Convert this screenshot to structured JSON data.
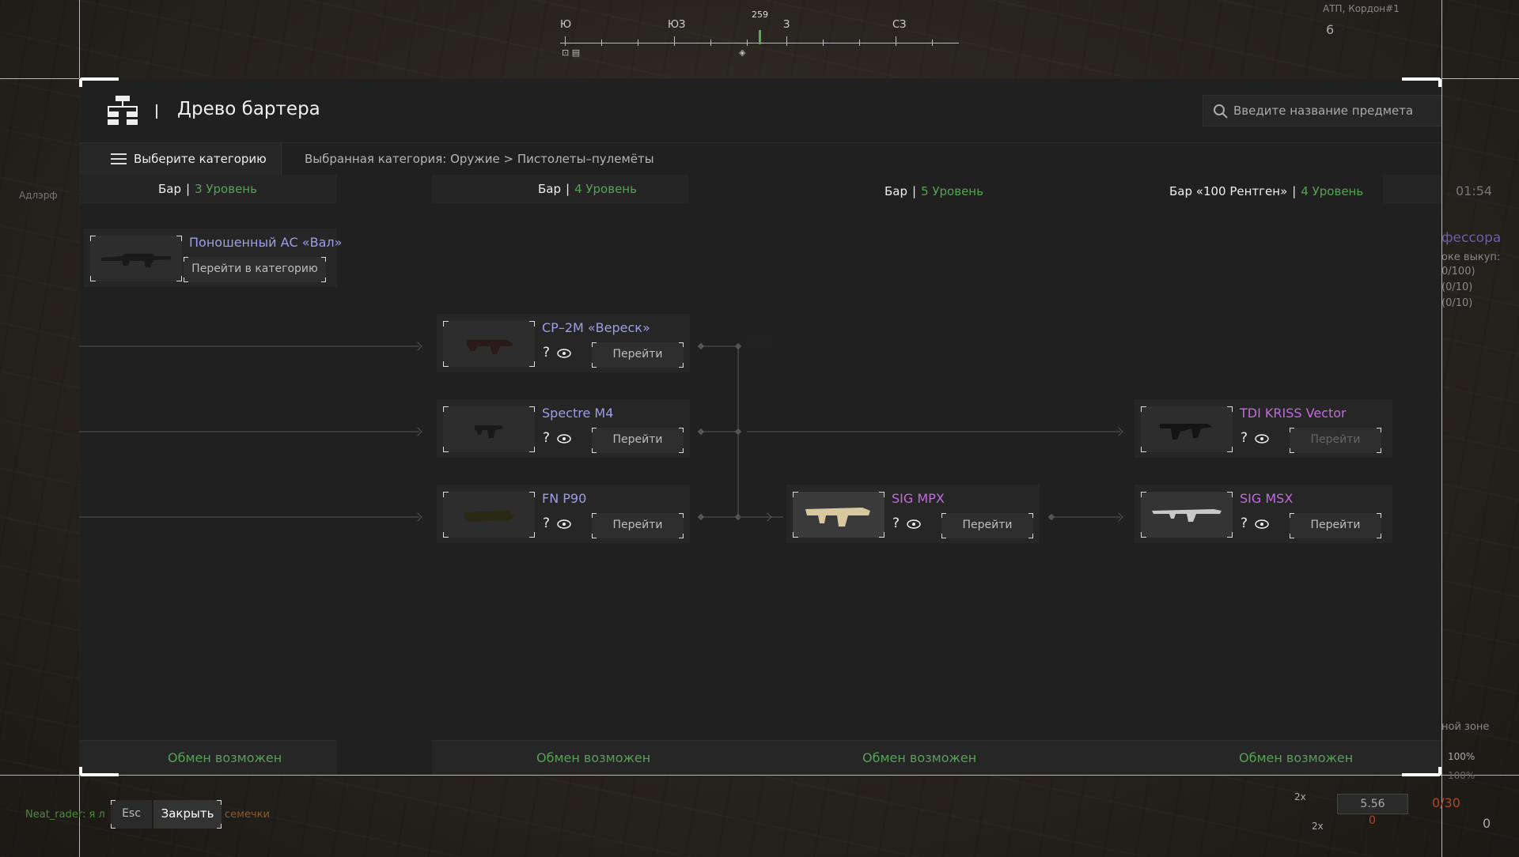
{
  "window": {
    "title": "Древо бартера"
  },
  "search": {
    "placeholder": "Введите название предмета"
  },
  "category": {
    "button_label": "Выберите категорию",
    "breadcrumb": "Выбранная категория: Оружие > Пистолеты–пулемёты"
  },
  "columns": [
    {
      "trader": "Бар",
      "level": "3 Уровень",
      "footer": "Обмен возможен"
    },
    {
      "trader": "Бар",
      "level": "4 Уровень",
      "footer": "Обмен возможен"
    },
    {
      "trader": "Бар",
      "level": "5 Уровень",
      "footer": "Обмен возможен"
    },
    {
      "trader": "Бар «100 Рентген»",
      "level": "4 Уровень",
      "footer": "Обмен возможен"
    }
  ],
  "items": [
    {
      "name": "Поношенный АС «Вал»",
      "button": "Перейти в категорию",
      "rarity": "blue"
    },
    {
      "name": "СР–2М «Вереск»",
      "button": "Перейти",
      "rarity": "blue",
      "question": "?"
    },
    {
      "name": "Spectre M4",
      "button": "Перейти",
      "rarity": "blue",
      "question": "?"
    },
    {
      "name": "FN P90",
      "button": "Перейти",
      "rarity": "blue",
      "question": "?"
    },
    {
      "name": "SIG MPX",
      "button": "Перейти",
      "rarity": "purple",
      "question": "?"
    },
    {
      "name": "TDI KRISS Vector",
      "button": "Перейти",
      "rarity": "purple",
      "question": "?",
      "disabled": true
    },
    {
      "name": "SIG MSX",
      "button": "Перейти",
      "rarity": "purple",
      "question": "?"
    }
  ],
  "bottom": {
    "key": "Esc",
    "close_label": "Закрыть"
  },
  "hud": {
    "compass_degree": "259",
    "compass_labels": [
      "Ю",
      "ЮЗ",
      "З",
      "СЗ"
    ],
    "location": "АТП, Кордон#1",
    "location_num": "6",
    "time": "01:54",
    "quest_title": "фессора",
    "quest_lines": [
      "оке выкуп:",
      "0/100)",
      "(0/10)",
      "(0/10)"
    ],
    "zone": "ной зоне",
    "hp1": "100%",
    "hp2": "100%",
    "left_name": "Адлэрф",
    "chat_name": "Neat_rader:",
    "chat_msg": "я л",
    "chat_msg2": "семечки",
    "ammo_caliber": "5.56",
    "ammo_sub": "0",
    "ammo_count": "0/30",
    "ammo_zero": "0",
    "mult1": "2x",
    "mult2": "2x"
  },
  "colors": {
    "accent_green": "#58a055",
    "rarity_blue": "#9b9ee8",
    "rarity_purple": "#c46ae0"
  }
}
